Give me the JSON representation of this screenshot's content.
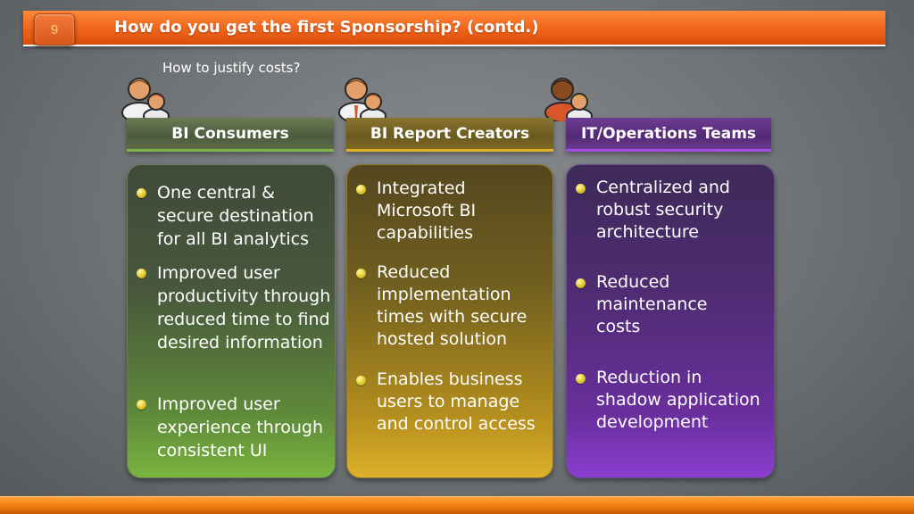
{
  "header": {
    "slide_number": "9",
    "title": "How do you get the first Sponsorship? (contd.)"
  },
  "subtitle": "How to justify costs?",
  "columns": [
    {
      "title": "BI Consumers",
      "icon": "people-icon",
      "accent": "#7fb34a",
      "bullets": [
        "One central & secure destination for all BI analytics",
        "Improved user productivity through reduced time to find desired information",
        "Improved user experience through consistent UI"
      ]
    },
    {
      "title": "BI Report Creators",
      "icon": "people-icon",
      "accent": "#e2b028",
      "bullets": [
        "Integrated Microsoft BI capabilities",
        "Reduced implementation times with secure hosted solution",
        "Enables business users to manage and control access"
      ]
    },
    {
      "title": "IT/Operations Teams",
      "icon": "people-icon",
      "accent": "#a24de0",
      "bullets": [
        "Centralized and robust security architecture",
        "Reduced maintenance costs",
        "Reduction in shadow application development"
      ]
    }
  ],
  "colors": {
    "header_orange": "#f0641a",
    "bullet_yellow": "#e8d23a"
  }
}
